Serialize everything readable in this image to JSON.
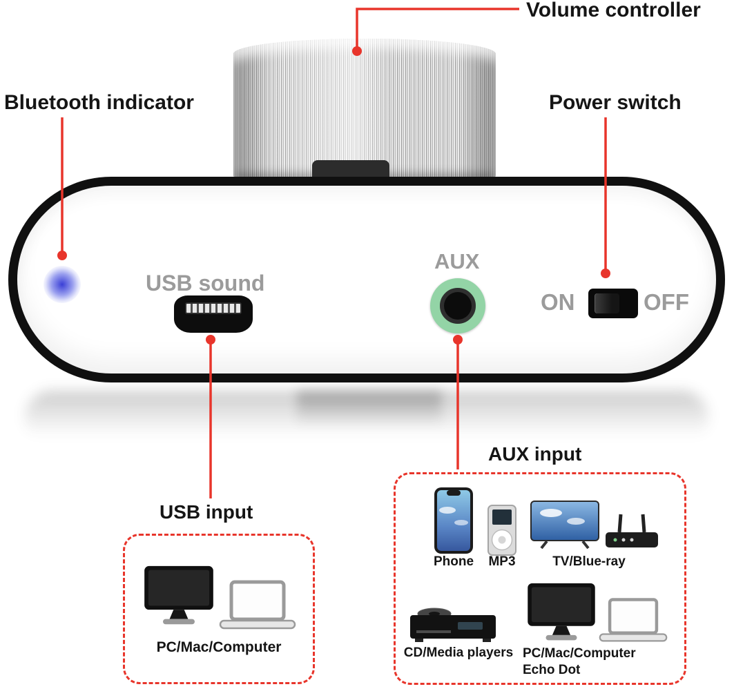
{
  "callouts": {
    "volume_controller": "Volume controller",
    "bluetooth_indicator": "Bluetooth indicator",
    "power_switch": "Power switch",
    "usb_input": "USB input",
    "aux_input": "AUX input"
  },
  "panel": {
    "usb_sound_label": "USB sound",
    "aux_label": "AUX",
    "on_label": "ON",
    "off_label": "OFF"
  },
  "usb_devices": {
    "caption": "PC/Mac/Computer"
  },
  "aux_devices": {
    "row1": [
      {
        "label": "Phone"
      },
      {
        "label": "MP3"
      },
      {
        "label": "TV/Blue-ray"
      }
    ],
    "row2_labels": {
      "cd": "CD/Media players",
      "pc_line1": "PC/Mac/Computer",
      "pc_line2": "Echo Dot"
    }
  },
  "colors": {
    "annotation_red": "#e8352b",
    "led_blue": "#3a3fd6",
    "aux_ring_green": "#93d4a6",
    "muted_text": "#9b9b9b"
  }
}
